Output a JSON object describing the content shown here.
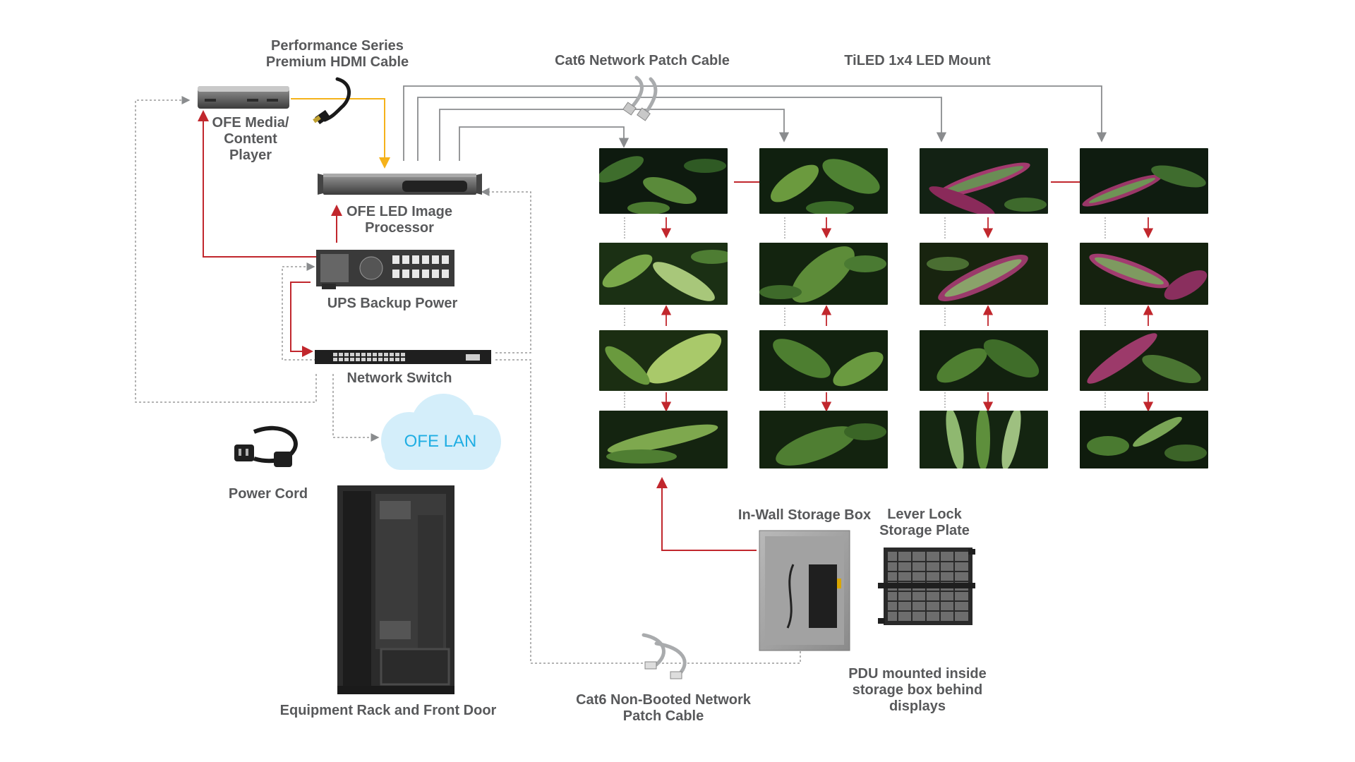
{
  "labels": {
    "hdmi_cable": [
      "Performance Series",
      "Premium HDMI Cable"
    ],
    "cat6_patch": "Cat6 Network Patch Cable",
    "tiled_mount": "TiLED 1x4 LED Mount",
    "media_player": [
      "OFE Media/",
      "Content",
      "Player"
    ],
    "image_processor": [
      "OFE LED Image",
      "Processor"
    ],
    "ups": "UPS Backup Power",
    "network_switch": "Network Switch",
    "lan": "OFE LAN",
    "power_cord": "Power Cord",
    "equipment_rack": "Equipment Rack and Front Door",
    "cat6_non_booted": [
      "Cat6 Non-Booted Network",
      "Patch Cable"
    ],
    "inwall_box": "In-Wall Storage Box",
    "lever_lock": [
      "Lever Lock",
      "Storage Plate"
    ],
    "pdu_note": [
      "PDU mounted inside",
      "storage box behind",
      "displays"
    ]
  },
  "colors": {
    "label_text": "#58595b",
    "hdmi_line": "#f5b21a",
    "power_line": "#c1272d",
    "network_line": "#8a8c8e",
    "lan_text": "#20aee3",
    "cloud": "#d4eefa"
  },
  "display_wall": {
    "columns": 4,
    "rows": 4,
    "content": "foliage"
  }
}
